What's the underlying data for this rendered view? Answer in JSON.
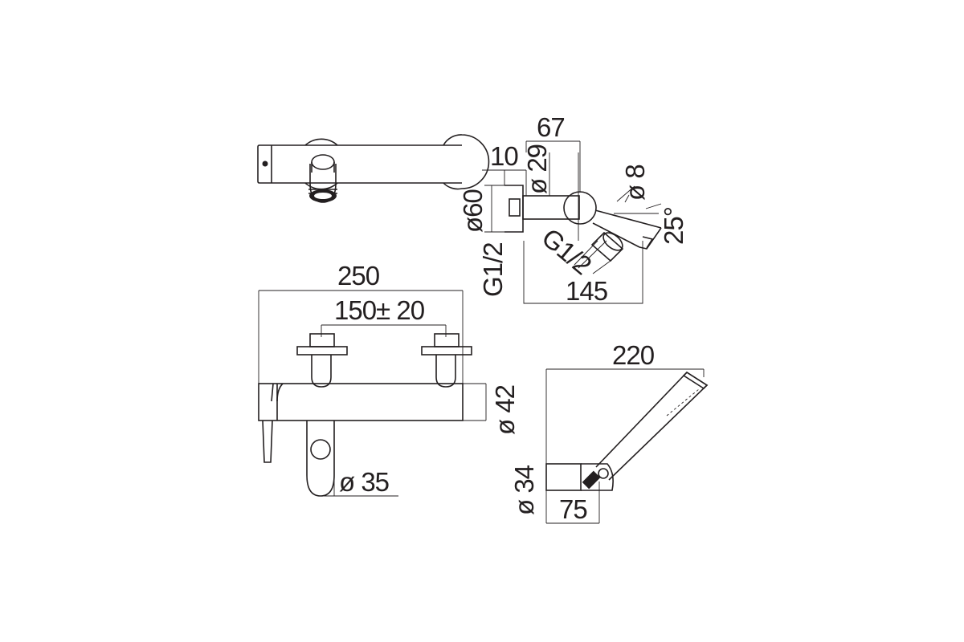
{
  "top_view": {},
  "side_view": {
    "dims": {
      "d67": "67",
      "d10": "10",
      "d29": "ø 29",
      "d8": "ø 8",
      "d60": "ø60",
      "d25": "25°",
      "g_spout": "G1/2",
      "g_wall": "G1/2",
      "d145": "145"
    }
  },
  "front_view": {
    "dims": {
      "d250": "250",
      "d150": "150± 20",
      "d42": "ø 42",
      "d35": "ø 35"
    }
  },
  "hand_shower_view": {
    "dims": {
      "d220": "220",
      "d34": "ø 34",
      "d75": "75"
    }
  }
}
